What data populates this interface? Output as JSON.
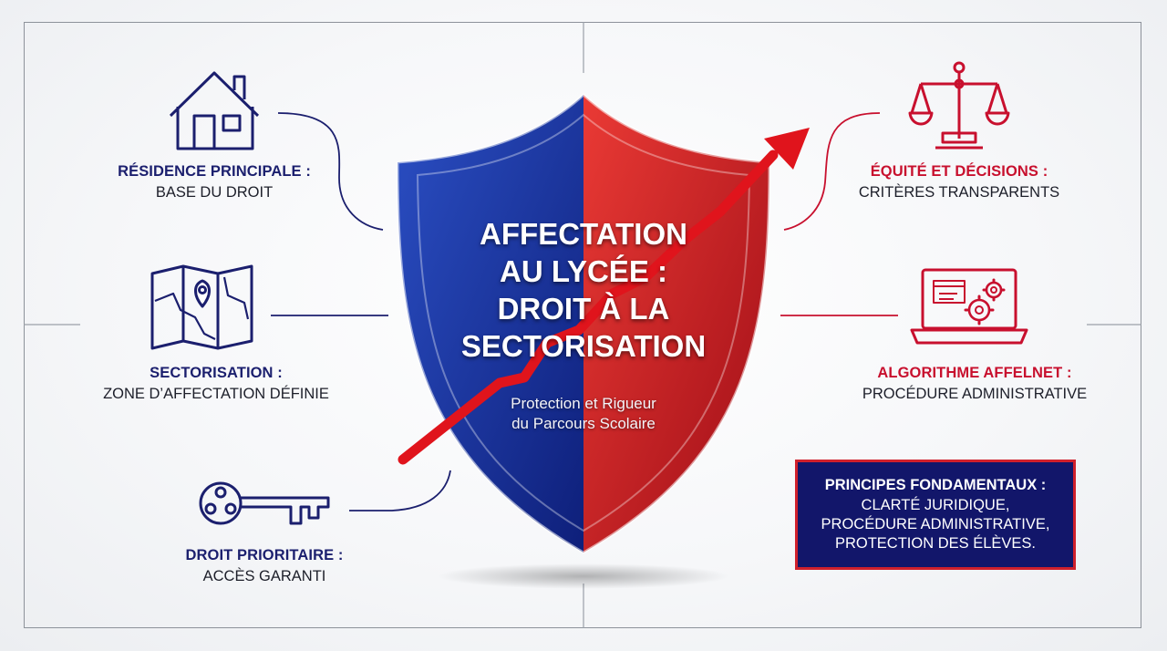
{
  "colors": {
    "navy": "#1b1f6e",
    "red": "#c8102e",
    "shield_blue": "#1f3aa8",
    "shield_red": "#d41f26"
  },
  "center": {
    "title_lines": [
      "AFFECTATION",
      "AU LYCÉE :",
      "DROIT À LA",
      "SECTORISATION"
    ],
    "subtitle_lines": [
      "Protection et Rigueur",
      "du Parcours Scolaire"
    ]
  },
  "left_items": [
    {
      "icon": "house-icon",
      "title": "RÉSIDENCE PRINCIPALE :",
      "subtitle": "BASE DU DROIT"
    },
    {
      "icon": "map-pin-icon",
      "title": "SECTORISATION :",
      "subtitle": "ZONE D’AFFECTATION DÉFINIE"
    },
    {
      "icon": "key-icon",
      "title": "DROIT PRIORITAIRE :",
      "subtitle": "ACCÈS GARANTI"
    }
  ],
  "right_items": [
    {
      "icon": "scales-icon",
      "title": "ÉQUITÉ ET DÉCISIONS :",
      "subtitle": "CRITÈRES TRANSPARENTS"
    },
    {
      "icon": "laptop-gears-icon",
      "title": "ALGORITHME AFFELNET :",
      "subtitle": "PROCÉDURE ADMINISTRATIVE"
    }
  ],
  "principles": {
    "title": "PRINCIPES FONDAMENTAUX :",
    "lines": [
      "CLARTÉ JURIDIQUE,",
      "PROCÉDURE ADMINISTRATIVE,",
      "PROTECTION DES ÉLÈVES."
    ]
  }
}
